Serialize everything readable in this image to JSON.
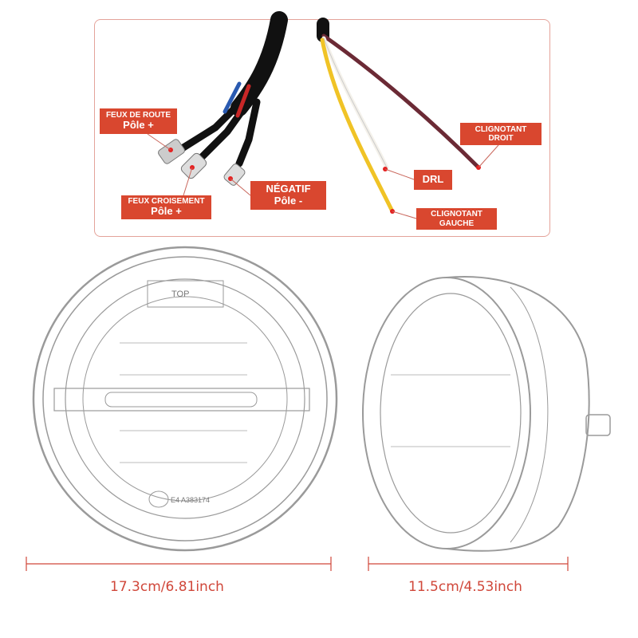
{
  "labels": {
    "high_beam": {
      "title": "FEUX DE ROUTE",
      "pole": "Pôle +"
    },
    "low_beam": {
      "title": "FEUX CROISEMENT",
      "pole": "Pôle +"
    },
    "negative": {
      "title": "NÉGATIF",
      "pole": "Pôle -"
    },
    "drl": {
      "title": "DRL"
    },
    "turn_right": {
      "line1": "CLIGNOTANT",
      "line2": "DROIT"
    },
    "turn_left": {
      "line1": "CLIGNOTANT",
      "line2": "GAUCHE"
    }
  },
  "dimensions": {
    "diameter": "17.3cm/6.81inch",
    "depth": "11.5cm/4.53inch"
  },
  "lamp_markings": {
    "top": "TOP",
    "cert": "E4 A383174"
  },
  "colors": {
    "label_bg": "#d9472f",
    "dimension": "#d0473a"
  }
}
